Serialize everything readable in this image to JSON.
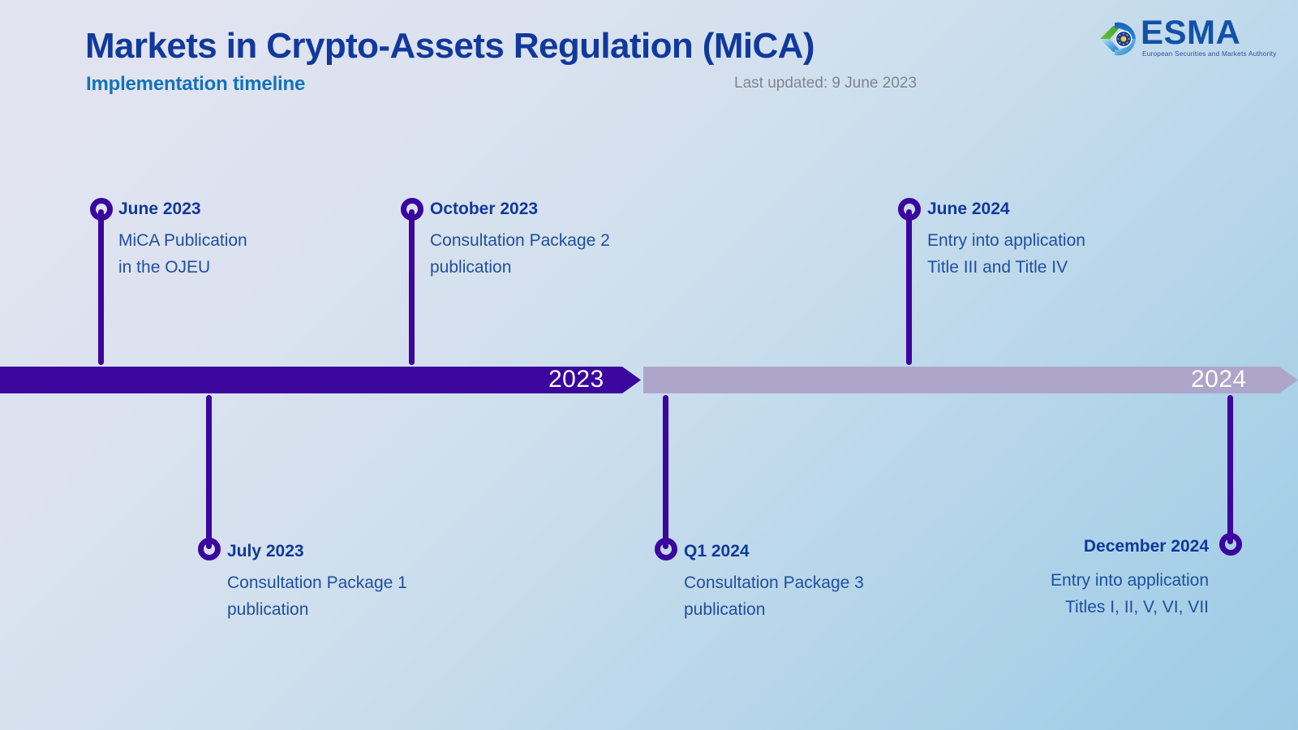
{
  "header": {
    "title": "Markets in Crypto-Assets Regulation (MiCA)",
    "subtitle": "Implementation timeline",
    "last_updated": "Last updated: 9 June 2023"
  },
  "logo": {
    "name": "esma-logo",
    "wordmark": "ESMA",
    "tagline": "European Securities and Markets Authority",
    "mark_icon": "esma-eye-c-icon"
  },
  "timeline": {
    "segments": [
      {
        "label": "2023",
        "color": "#3b059e"
      },
      {
        "label": "2024",
        "color": "#ada6ca"
      }
    ],
    "marker_color": "#3b059e",
    "events": [
      {
        "id": "june-2023",
        "position": "above",
        "title": "June 2023",
        "desc_line1": "MiCA Publication",
        "desc_line2": "in the OJEU"
      },
      {
        "id": "october-2023",
        "position": "above",
        "title": "October 2023",
        "desc_line1": "Consultation Package 2",
        "desc_line2": "publication"
      },
      {
        "id": "june-2024",
        "position": "above",
        "title": "June 2024",
        "desc_line1": "Entry into application",
        "desc_line2": "Title III and Title IV"
      },
      {
        "id": "july-2023",
        "position": "below",
        "title": "July 2023",
        "desc_line1": "Consultation Package 1",
        "desc_line2": "publication"
      },
      {
        "id": "q1-2024",
        "position": "below",
        "title": "Q1 2024",
        "desc_line1": "Consultation Package 3",
        "desc_line2": "publication"
      },
      {
        "id": "december-2024",
        "position": "below",
        "title": "December 2024",
        "desc_line1": "Entry into application",
        "desc_line2": "Titles I, II, V, VI, VII"
      }
    ]
  },
  "colors": {
    "title_blue": "#10399b",
    "subtitle_blue": "#1273ba",
    "purple": "#3b059e",
    "lavender": "#ada6ca",
    "body_blue": "#1f4f9e",
    "muted_gray": "#808590"
  }
}
